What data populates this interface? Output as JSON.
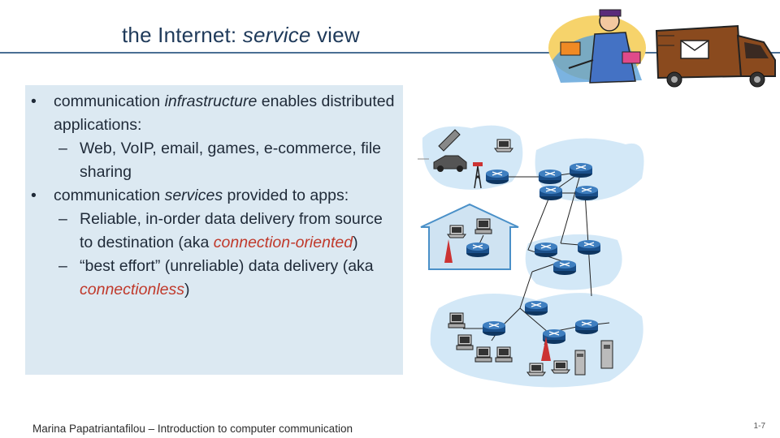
{
  "slide": {
    "title_prefix": "the Internet: ",
    "title_emph": "service",
    "title_suffix": " view"
  },
  "bullets": {
    "b1_pre": "communication ",
    "b1_emph": "infrastructure",
    "b1_post": " enables distributed applications:",
    "b1_sub1": "Web, VoIP, email, games, e-commerce, file sharing",
    "b2_pre": "communication ",
    "b2_emph": "services",
    "b2_post": " provided to apps:",
    "b2_sub1_pre": "Reliable, in-order data delivery from source to destination (aka ",
    "b2_sub1_emph": "connection-oriented",
    "b2_sub1_post": ")",
    "b2_sub2_pre": "“best effort” (unreliable) data delivery (aka ",
    "b2_sub2_emph": "connectionless",
    "b2_sub2_post": ")"
  },
  "footer": {
    "text": "Marina Papatriantafilou –  Introduction to computer communication",
    "page": "1-7"
  },
  "colors": {
    "title": "#1f3a5a",
    "accent_red": "#c0392b",
    "box_bg": "#dce9f2",
    "cloud": "#d3e8f7",
    "router": "#1a4f8a"
  },
  "icons": [
    "mail-carrier-clipart",
    "mail-truck-icon",
    "router-icon",
    "laptop-icon",
    "desktop-icon",
    "server-icon",
    "wireless-tower-icon",
    "car-icon",
    "house-icon"
  ]
}
